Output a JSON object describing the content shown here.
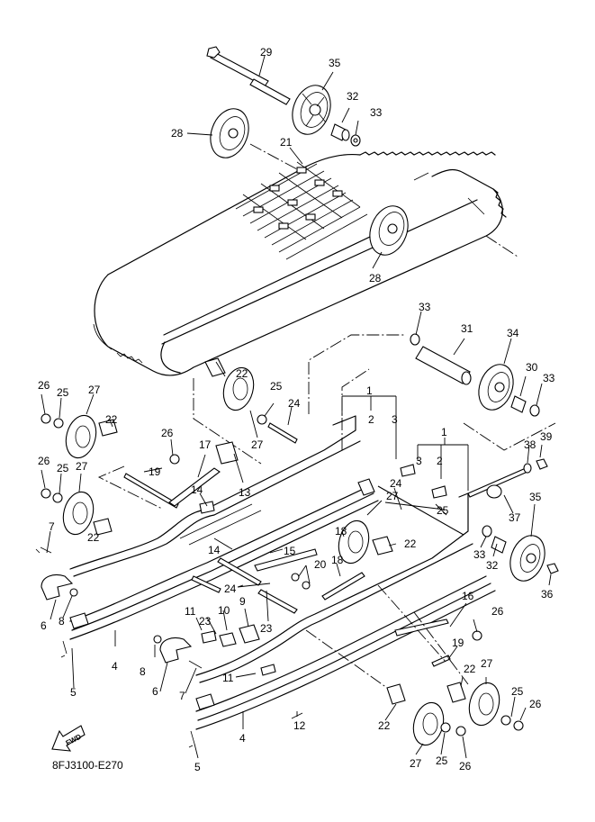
{
  "diagram": {
    "title": "Track suspension exploded view",
    "drawing_code": "8FJ3100-E270",
    "forward_indicator": "FWD",
    "callouts": [
      {
        "id": "c29a",
        "label": "29"
      },
      {
        "id": "c35a",
        "label": "35"
      },
      {
        "id": "c32a",
        "label": "32"
      },
      {
        "id": "c33a",
        "label": "33"
      },
      {
        "id": "c28a",
        "label": "28"
      },
      {
        "id": "c21",
        "label": "21"
      },
      {
        "id": "c28b",
        "label": "28"
      },
      {
        "id": "c33b",
        "label": "33"
      },
      {
        "id": "c31",
        "label": "31"
      },
      {
        "id": "c34",
        "label": "34"
      },
      {
        "id": "c30",
        "label": "30"
      },
      {
        "id": "c33c",
        "label": "33"
      },
      {
        "id": "c22a",
        "label": "22"
      },
      {
        "id": "c25a",
        "label": "25"
      },
      {
        "id": "c24a",
        "label": "24"
      },
      {
        "id": "c27a",
        "label": "27"
      },
      {
        "id": "c26a",
        "label": "26"
      },
      {
        "id": "c25b",
        "label": "25"
      },
      {
        "id": "c27b",
        "label": "27"
      },
      {
        "id": "c22b",
        "label": "22"
      },
      {
        "id": "c26b",
        "label": "26"
      },
      {
        "id": "c17",
        "label": "17"
      },
      {
        "id": "c19a",
        "label": "19"
      },
      {
        "id": "c13",
        "label": "13"
      },
      {
        "id": "c14a",
        "label": "14"
      },
      {
        "id": "c26c",
        "label": "26"
      },
      {
        "id": "c25c",
        "label": "25"
      },
      {
        "id": "c27c",
        "label": "27"
      },
      {
        "id": "c22c",
        "label": "22"
      },
      {
        "id": "c1a",
        "label": "1"
      },
      {
        "id": "c2a",
        "label": "2"
      },
      {
        "id": "c3a",
        "label": "3"
      },
      {
        "id": "c1b",
        "label": "1"
      },
      {
        "id": "c3b",
        "label": "3"
      },
      {
        "id": "c2b",
        "label": "2"
      },
      {
        "id": "c38",
        "label": "38"
      },
      {
        "id": "c39",
        "label": "39"
      },
      {
        "id": "c24b",
        "label": "24"
      },
      {
        "id": "c25d",
        "label": "25"
      },
      {
        "id": "c27d",
        "label": "27"
      },
      {
        "id": "c18a",
        "label": "18"
      },
      {
        "id": "c22d",
        "label": "22"
      },
      {
        "id": "c37",
        "label": "37"
      },
      {
        "id": "c35b",
        "label": "35"
      },
      {
        "id": "c33d",
        "label": "33"
      },
      {
        "id": "c32b",
        "label": "32"
      },
      {
        "id": "c36",
        "label": "36"
      },
      {
        "id": "c7a",
        "label": "7"
      },
      {
        "id": "c14b",
        "label": "14"
      },
      {
        "id": "c15",
        "label": "15"
      },
      {
        "id": "c20",
        "label": "20"
      },
      {
        "id": "c18b",
        "label": "18"
      },
      {
        "id": "c24c",
        "label": "24"
      },
      {
        "id": "c6a",
        "label": "6"
      },
      {
        "id": "c8a",
        "label": "8"
      },
      {
        "id": "c4a",
        "label": "4"
      },
      {
        "id": "c5a",
        "label": "5"
      },
      {
        "id": "c11a",
        "label": "11"
      },
      {
        "id": "c23a",
        "label": "23"
      },
      {
        "id": "c10",
        "label": "10"
      },
      {
        "id": "c9",
        "label": "9"
      },
      {
        "id": "c23b",
        "label": "23"
      },
      {
        "id": "c16",
        "label": "16"
      },
      {
        "id": "c26d",
        "label": "26"
      },
      {
        "id": "c19b",
        "label": "19"
      },
      {
        "id": "c8b",
        "label": "8"
      },
      {
        "id": "c6b",
        "label": "6"
      },
      {
        "id": "c7b",
        "label": "7"
      },
      {
        "id": "c11b",
        "label": "11"
      },
      {
        "id": "c12",
        "label": "12"
      },
      {
        "id": "c22e",
        "label": "22"
      },
      {
        "id": "c22f",
        "label": "22"
      },
      {
        "id": "c27e",
        "label": "27"
      },
      {
        "id": "c25e",
        "label": "25"
      },
      {
        "id": "c26e",
        "label": "26"
      },
      {
        "id": "c4b",
        "label": "4"
      },
      {
        "id": "c5b",
        "label": "5"
      },
      {
        "id": "c27f",
        "label": "27"
      },
      {
        "id": "c25f",
        "label": "25"
      },
      {
        "id": "c26f",
        "label": "26"
      }
    ]
  }
}
